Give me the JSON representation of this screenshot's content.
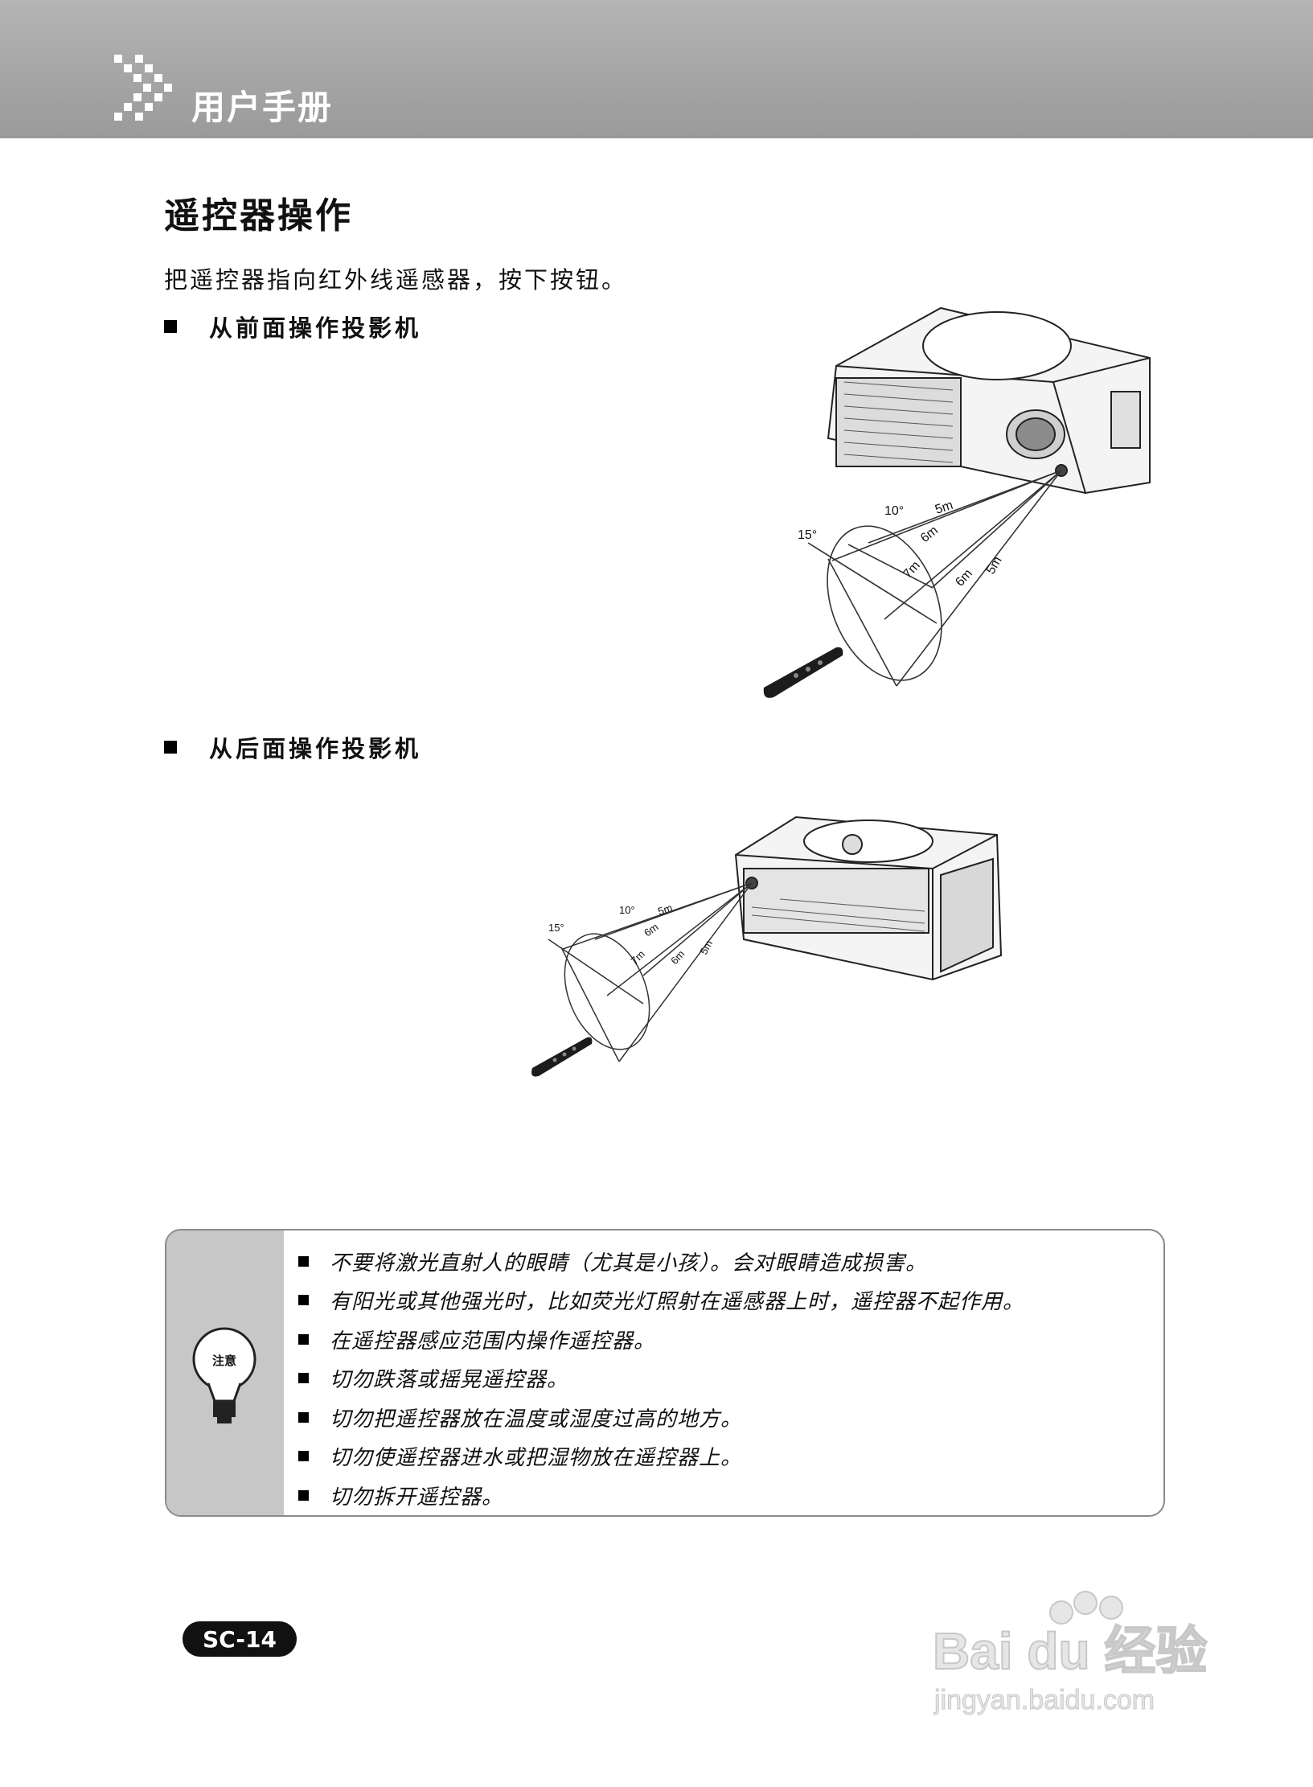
{
  "header": {
    "title": "用户手册",
    "icon": "double-chevron-icon"
  },
  "section": {
    "title": "遥控器操作",
    "intro": "把遥控器指向红外线遥感器，按下按钮。"
  },
  "front": {
    "heading": "从前面操作投影机",
    "angles": [
      "15°",
      "10°"
    ],
    "distances": [
      "5m",
      "6m",
      "7m",
      "6m",
      "5m"
    ]
  },
  "rear": {
    "heading": "从后面操作投影机",
    "angles": [
      "15°",
      "10°"
    ],
    "distances": [
      "5m",
      "6m",
      "7m",
      "6m",
      "5m"
    ]
  },
  "notes": {
    "icon_label": "注意",
    "items": [
      "不要将激光直射人的眼睛（尤其是小孩）。会对眼睛造成损害。",
      "有阳光或其他强光时，比如荧光灯照射在遥感器上时，遥控器不起作用。",
      "在遥控器感应范围内操作遥控器。",
      "切勿跌落或摇晃遥控器。",
      "切勿把遥控器放在温度或湿度过高的地方。",
      "切勿使遥控器进水或把湿物放在遥控器上。",
      "切勿拆开遥控器。"
    ]
  },
  "footer": {
    "page": "SC-14"
  },
  "watermark": {
    "brand": "Bai du 经验",
    "url": "jingyan.baidu.com"
  }
}
